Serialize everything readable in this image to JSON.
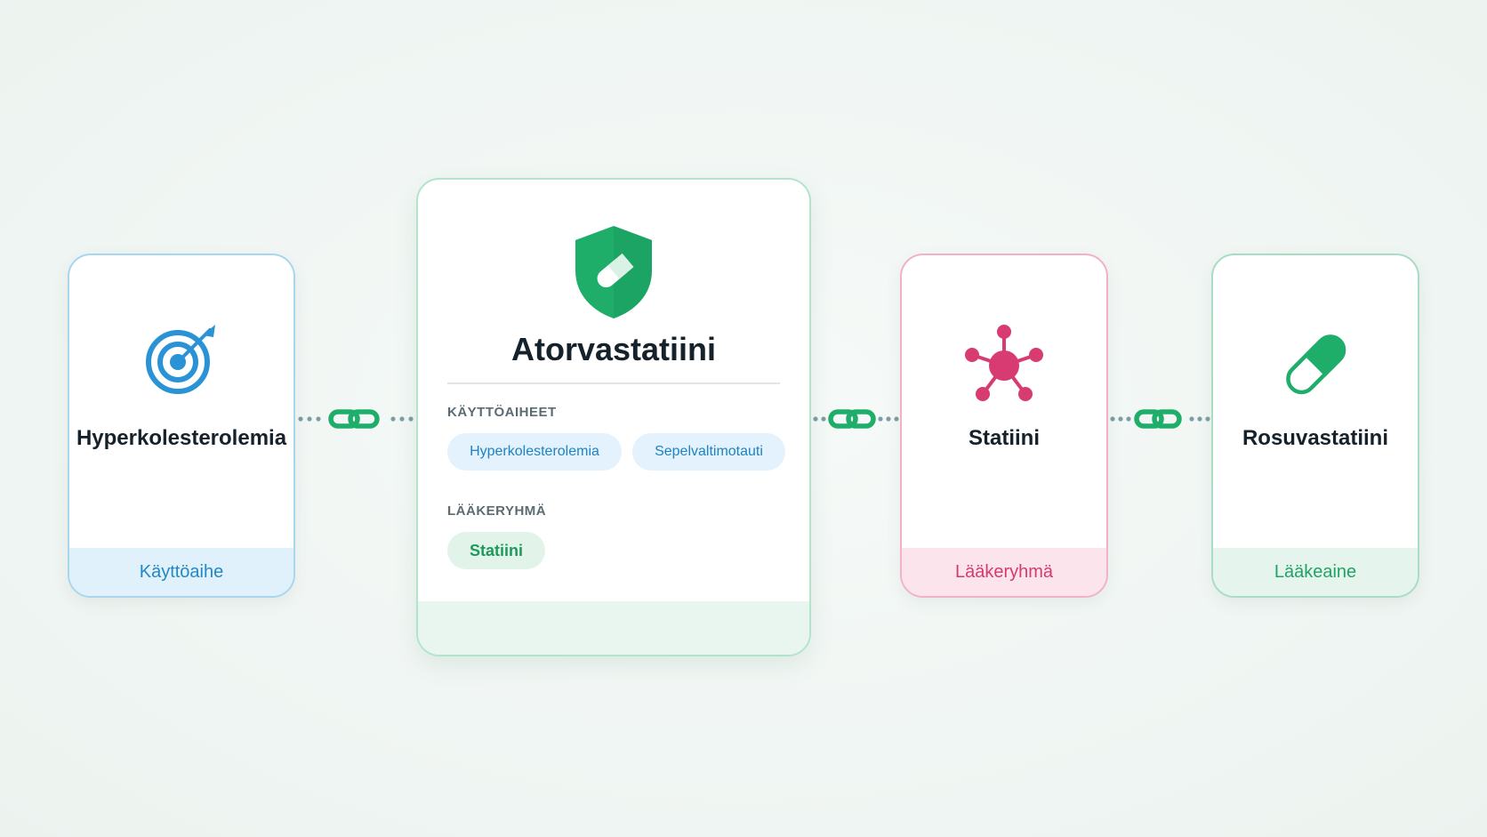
{
  "colors": {
    "blue": "#2a93d5",
    "green": "#1fae6a",
    "pink": "#d83a72",
    "link": "#1fae6a",
    "dots": "#7d9ea6"
  },
  "indication_card": {
    "icon": "target-icon",
    "title": "Hyperkolesterolemia",
    "footer": "Käyttöaihe"
  },
  "main_card": {
    "icon": "shield-pill-icon",
    "title": "Atorvastatiini",
    "indications_label": "KÄYTTÖAIHEET",
    "indications": [
      "Hyperkolesterolemia",
      "Sepelvaltimotauti"
    ],
    "group_label": "LÄÄKERYHMÄ",
    "group": "Statiini"
  },
  "group_card": {
    "icon": "molecule-icon",
    "title": "Statiini",
    "footer": "Lääkeryhmä"
  },
  "substance_card": {
    "icon": "capsule-icon",
    "title": "Rosuvastatiini",
    "footer": "Lääkeaine"
  },
  "links": [
    {
      "icon": "chain-link-icon"
    },
    {
      "icon": "chain-link-icon"
    },
    {
      "icon": "chain-link-icon"
    }
  ]
}
